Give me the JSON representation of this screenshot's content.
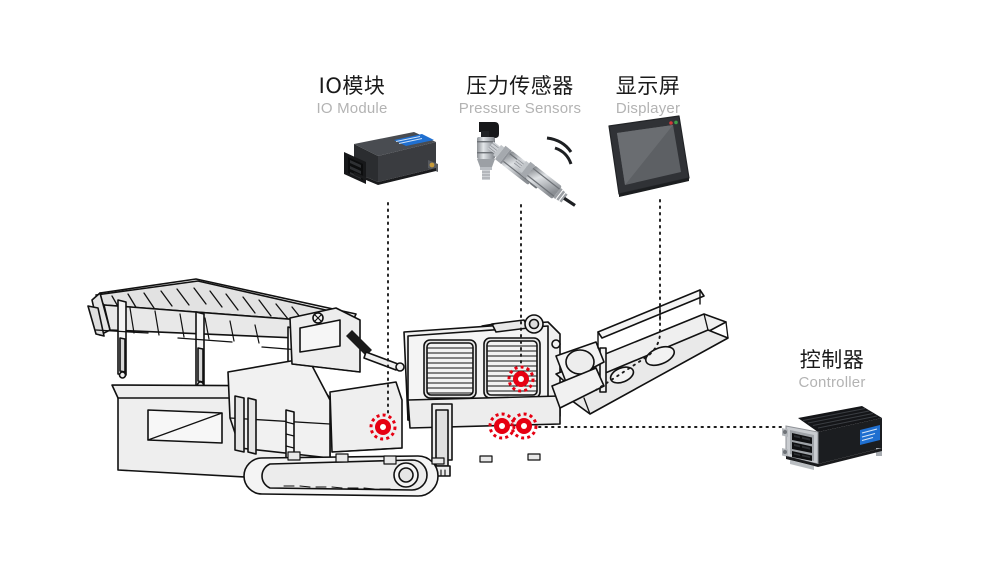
{
  "diagram": {
    "title": "Mobile crusher sensor and control system layout",
    "background_color": "#ffffff",
    "machine": {
      "name": "tracked mobile jaw crusher",
      "line_color": "#111111",
      "fill_color": "#ececec"
    },
    "marker": {
      "name": "sensor-location-marker",
      "color": "#e60012",
      "center_color": "#ffffff",
      "count": 4,
      "style": "solid disc with dashed ring halo"
    },
    "leader_line": {
      "color": "#1a1a1a",
      "style": "dotted"
    }
  },
  "labels": [
    {
      "id": "io-module",
      "cn": "IO模块",
      "en": "IO Module",
      "icon": "io-module-icon",
      "cn_color": "#1a1a1a",
      "en_color": "#b3b3b3"
    },
    {
      "id": "pressure-sensors",
      "cn": "压力传感器",
      "en": "Pressure Sensors",
      "icon": "pressure-sensor-icon",
      "cn_color": "#1a1a1a",
      "en_color": "#b3b3b3"
    },
    {
      "id": "displayer",
      "cn": "显示屏",
      "en": "Displayer",
      "icon": "displayer-icon",
      "cn_color": "#1a1a1a",
      "en_color": "#b3b3b3"
    },
    {
      "id": "controller",
      "cn": "控制器",
      "en": "Controller",
      "icon": "controller-icon",
      "cn_color": "#1a1a1a",
      "en_color": "#b3b3b3"
    }
  ],
  "components": {
    "io_module": {
      "body_color": "#3a3c40",
      "accent_color": "#1f6fd0",
      "connector_color": "#17181a"
    },
    "pressure_sensors": {
      "body_color": "#b9bcc0",
      "cable_color": "#1d1f22",
      "count": 3
    },
    "displayer": {
      "bezel_color": "#303236",
      "screen_color": "#5d6064",
      "led_red": "#d03a3a",
      "led_green": "#3fa04a"
    },
    "controller": {
      "body_color": "#141518",
      "housing_color": "#c9ccd0",
      "accent_color": "#1f6fd0",
      "connector_count": 3
    }
  }
}
